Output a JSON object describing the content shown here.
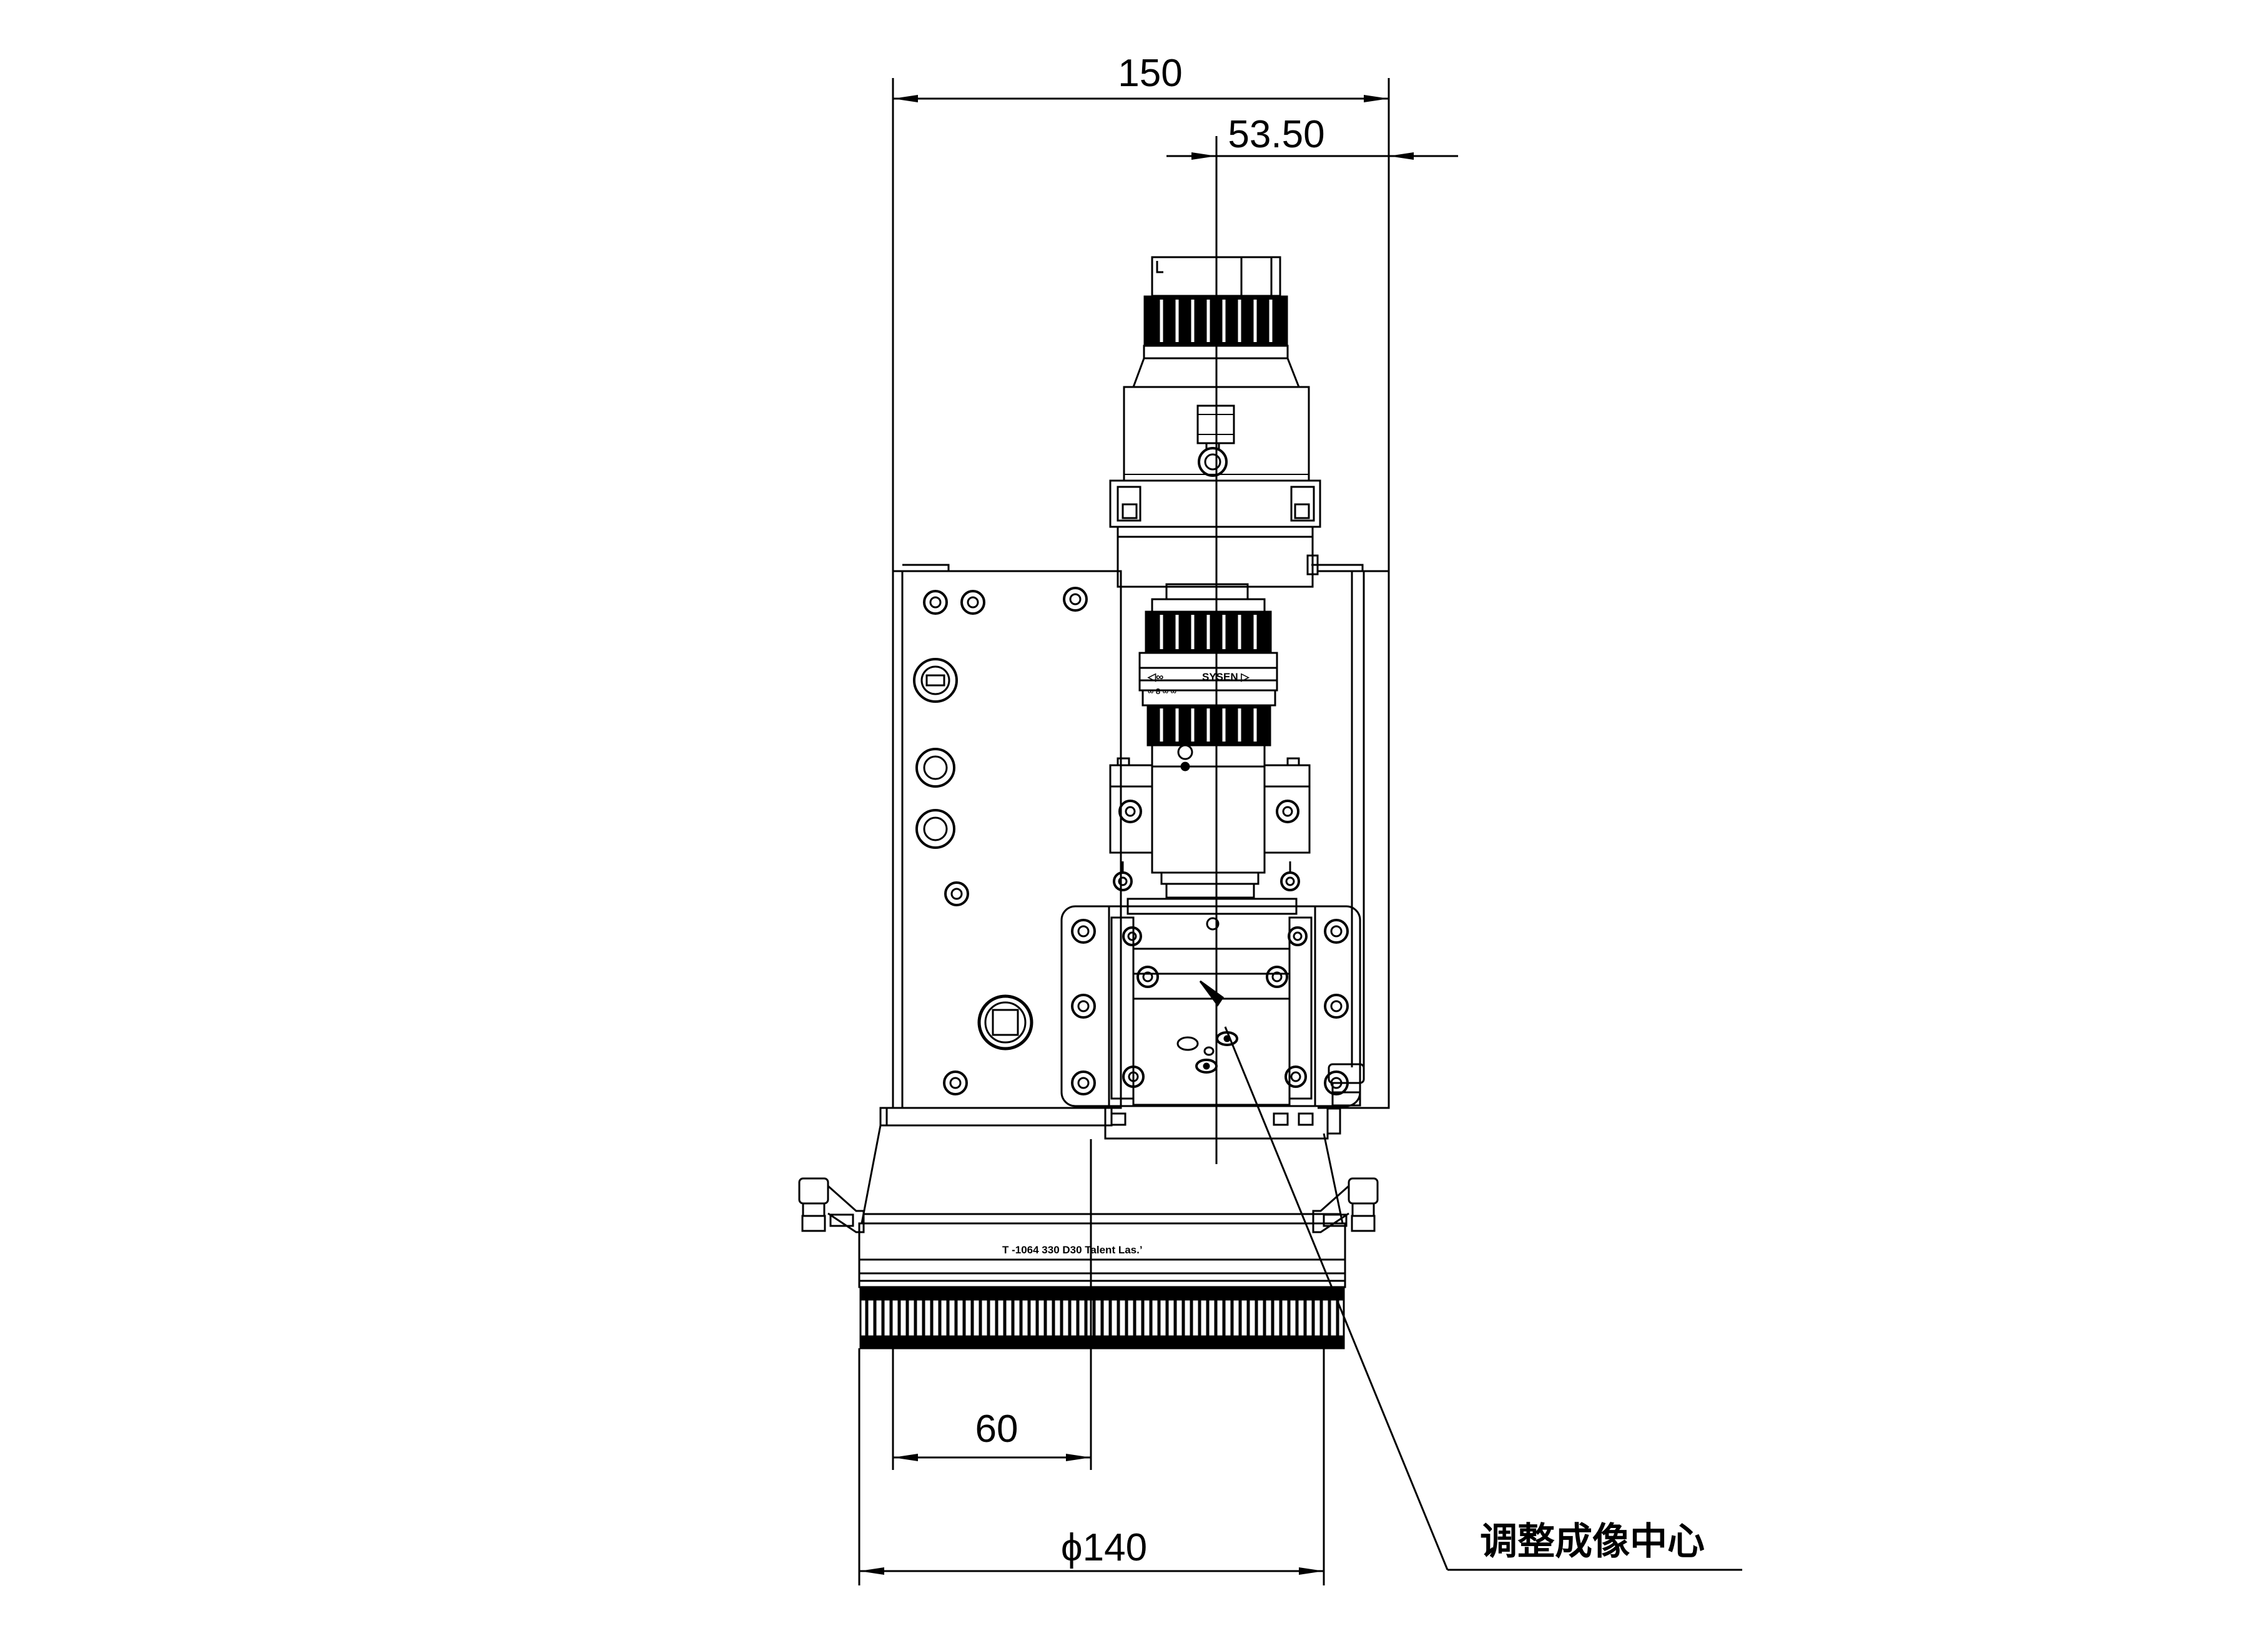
{
  "dimensions": {
    "overall_width": "150",
    "offset_center": "53.50",
    "bottom_offset": "60",
    "flange_diameter": "ϕ140"
  },
  "callout": {
    "label": "调整成像中心"
  },
  "nameplate": {
    "text": "T -1064 330 D30  Talent Las.’"
  },
  "lens_markings": {
    "row1_left": "◁∞",
    "row1_mid": "SYSEN ▷",
    "row2": "∞  8  ∞  ∞"
  },
  "colors": {
    "line": "#000000",
    "background": "#ffffff"
  }
}
